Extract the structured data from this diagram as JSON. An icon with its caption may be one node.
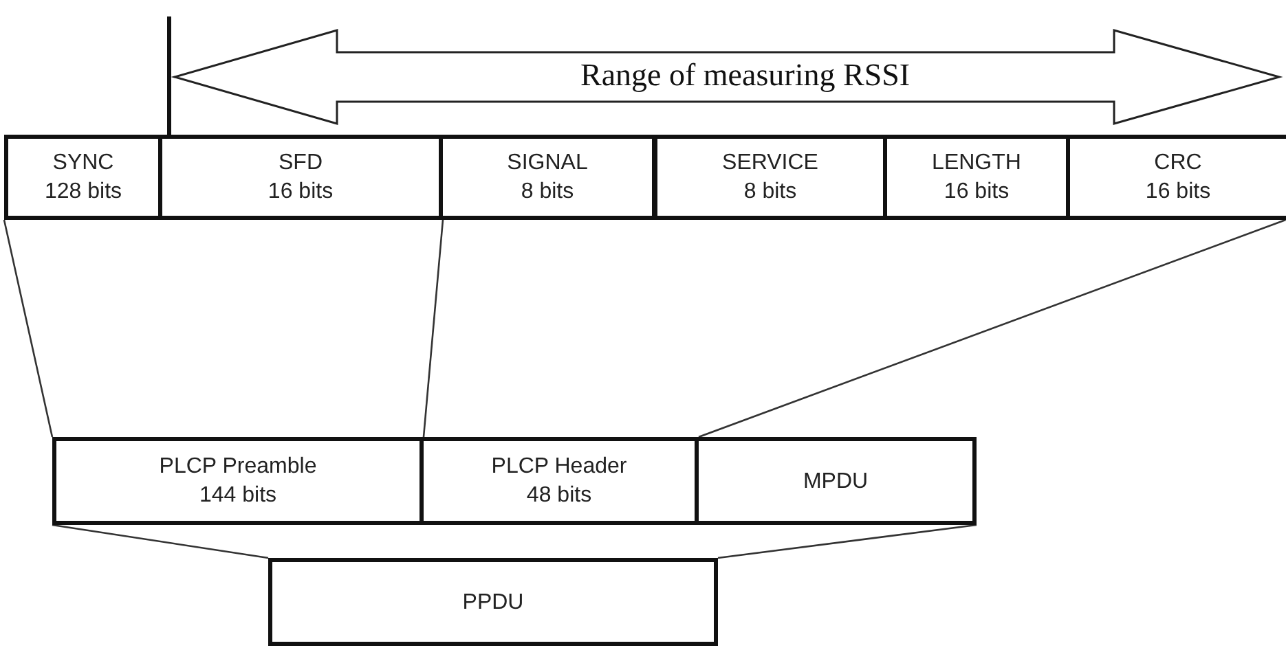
{
  "diagram": {
    "nodes": [
      {
        "text": [
          "SYNC",
          "128 bits"
        ]
      },
      {
        "text": [
          "SFD",
          "16 bits"
        ]
      },
      {
        "text": [
          "SIGNAL",
          "8 bits"
        ]
      },
      {
        "text": [
          "SERVICE",
          "8 bits"
        ]
      },
      {
        "text": [
          "LENGTH",
          "16 bits"
        ]
      },
      {
        "text": [
          "CRC",
          "16 bits"
        ]
      },
      {
        "text": [
          "PLCP Preamble",
          "144 bits"
        ]
      },
      {
        "text": [
          "PLCP Header",
          "48 bits"
        ]
      },
      {
        "text": [
          "MPDU"
        ]
      },
      {
        "text": [
          "PPDU"
        ]
      }
    ],
    "edges": [
      {
        "from": 6,
        "to": 0,
        "arrow": "none"
      },
      {
        "from": 6,
        "to": 1,
        "arrow": "none"
      },
      {
        "from": 7,
        "to": 5,
        "arrow": "none"
      },
      {
        "from": 9,
        "to": 6,
        "arrow": "none"
      },
      {
        "from": 9,
        "to": 8,
        "arrow": "none"
      }
    ],
    "labels": [
      "Range of measuring RSSI"
    ]
  }
}
